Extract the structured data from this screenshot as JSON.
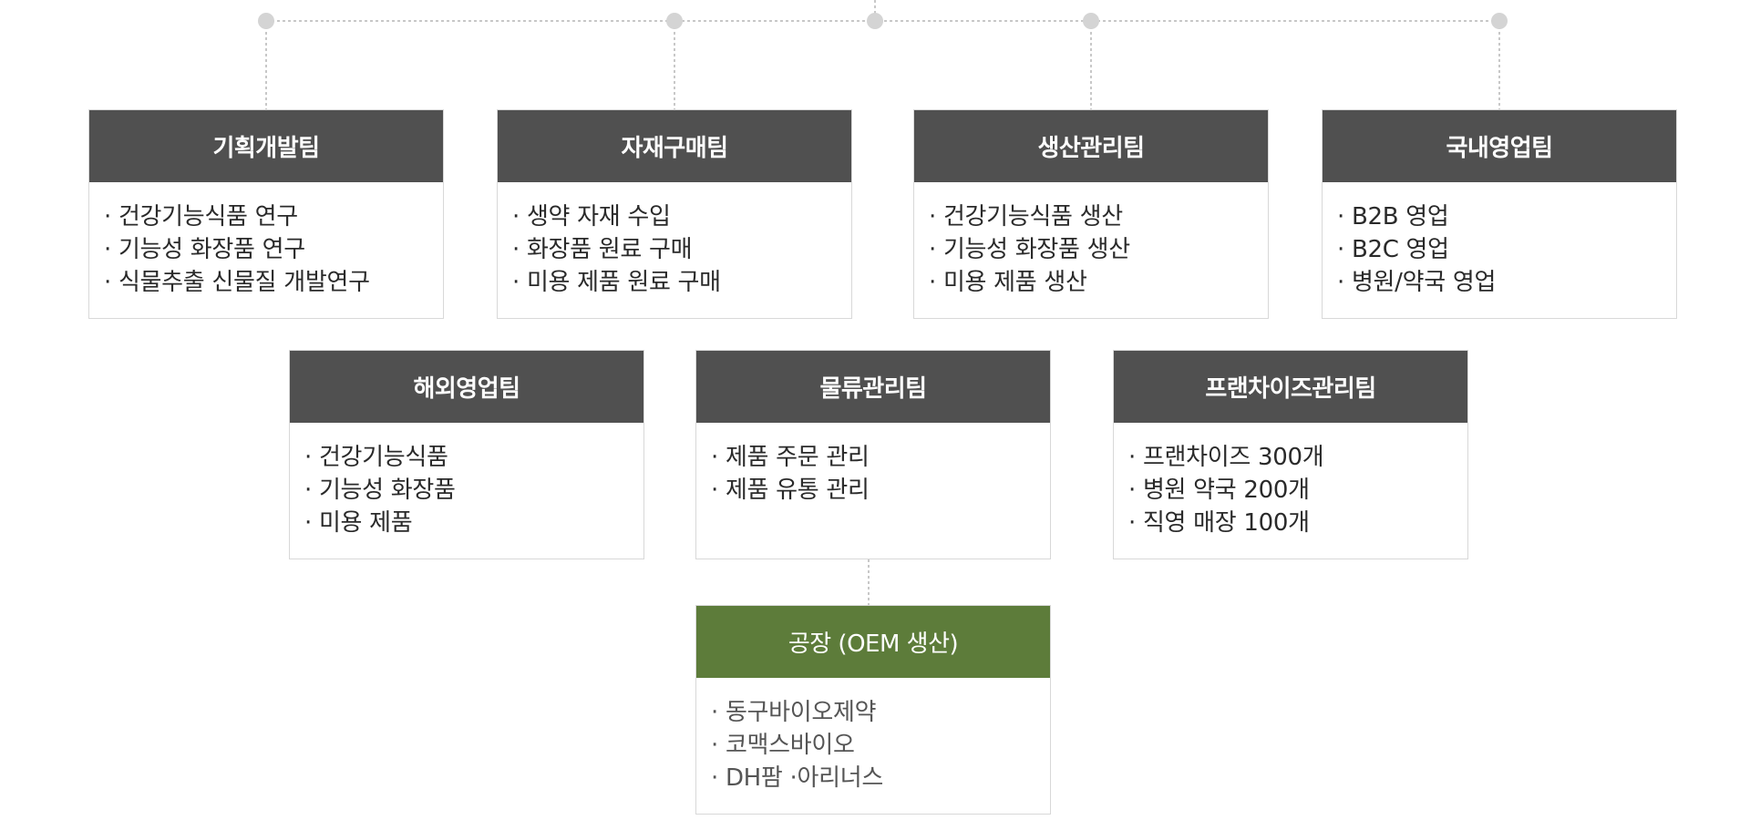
{
  "colors": {
    "header_gray": "#505050",
    "header_green": "#5d7c3a",
    "border": "#d8d8d8",
    "connector": "#c8c8c8"
  },
  "teams": [
    {
      "title": "기획개발팀",
      "items": [
        "건강기능식품 연구",
        "기능성 화장품 연구",
        "식물추출 신물질 개발연구"
      ]
    },
    {
      "title": "자재구매팀",
      "items": [
        "생약 자재 수입",
        "화장품 원료 구매",
        "미용 제품 원료 구매"
      ]
    },
    {
      "title": "생산관리팀",
      "items": [
        "건강기능식품 생산",
        "기능성 화장품 생산",
        "미용 제품 생산"
      ]
    },
    {
      "title": "국내영업팀",
      "items": [
        "B2B 영업",
        "B2C 영업",
        "병원/약국 영업"
      ]
    },
    {
      "title": "해외영업팀",
      "items": [
        "건강기능식품",
        "기능성 화장품",
        "미용 제품"
      ]
    },
    {
      "title": "물류관리팀",
      "items": [
        "제품 주문 관리",
        "제품 유통 관리"
      ]
    },
    {
      "title": "프랜차이즈관리팀",
      "items": [
        "프랜차이즈 300개",
        "병원 약국 200개",
        "직영 매장 100개"
      ]
    }
  ],
  "factory": {
    "title": "공장 (OEM 생산)",
    "items": [
      "동구바이오제약",
      "코맥스바이오",
      "DH팜 ·아리너스"
    ]
  }
}
